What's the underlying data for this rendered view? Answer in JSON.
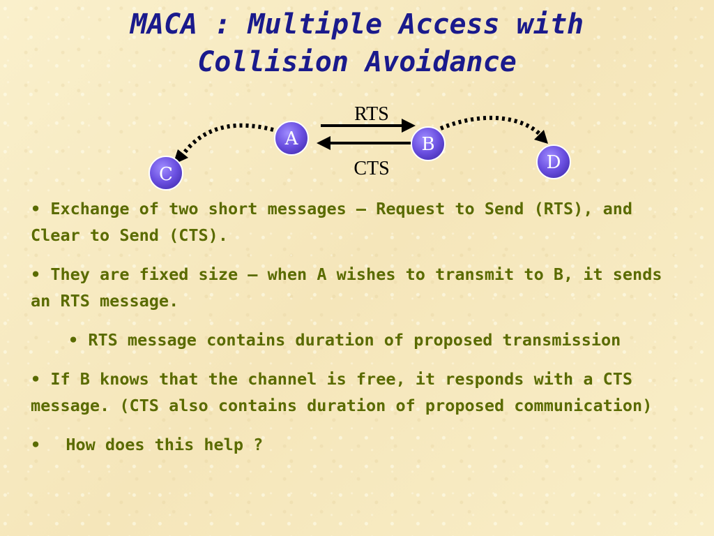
{
  "title": {
    "line1": "MACA : Multiple Access with",
    "line2": "Collision Avoidance"
  },
  "diagram": {
    "nodes": {
      "a": "A",
      "b": "B",
      "c": "C",
      "d": "D"
    },
    "rts_label": "RTS",
    "cts_label": "CTS",
    "colors": {
      "node_fill": "#6a5acd",
      "node_stroke": "#ffffff",
      "arrow": "#000000"
    }
  },
  "bullets": [
    {
      "marker": "•",
      "text": "Exchange of two short messages – Request to Send (RTS), and Clear to Send (CTS)."
    },
    {
      "marker": "•",
      "text": "They are fixed size – when A wishes to transmit to B, it sends an RTS message."
    },
    {
      "marker": "•",
      "text": "RTS message contains duration of proposed transmission"
    },
    {
      "marker": "•",
      "text": "If B knows that the channel is free, it responds with a CTS message. (CTS also contains duration of proposed communication)"
    },
    {
      "marker": "•",
      "text": "How does this help ?"
    }
  ],
  "colors": {
    "title": "#1a1a8c",
    "body_text": "#5a6b00",
    "background": "#f8ecc4"
  }
}
